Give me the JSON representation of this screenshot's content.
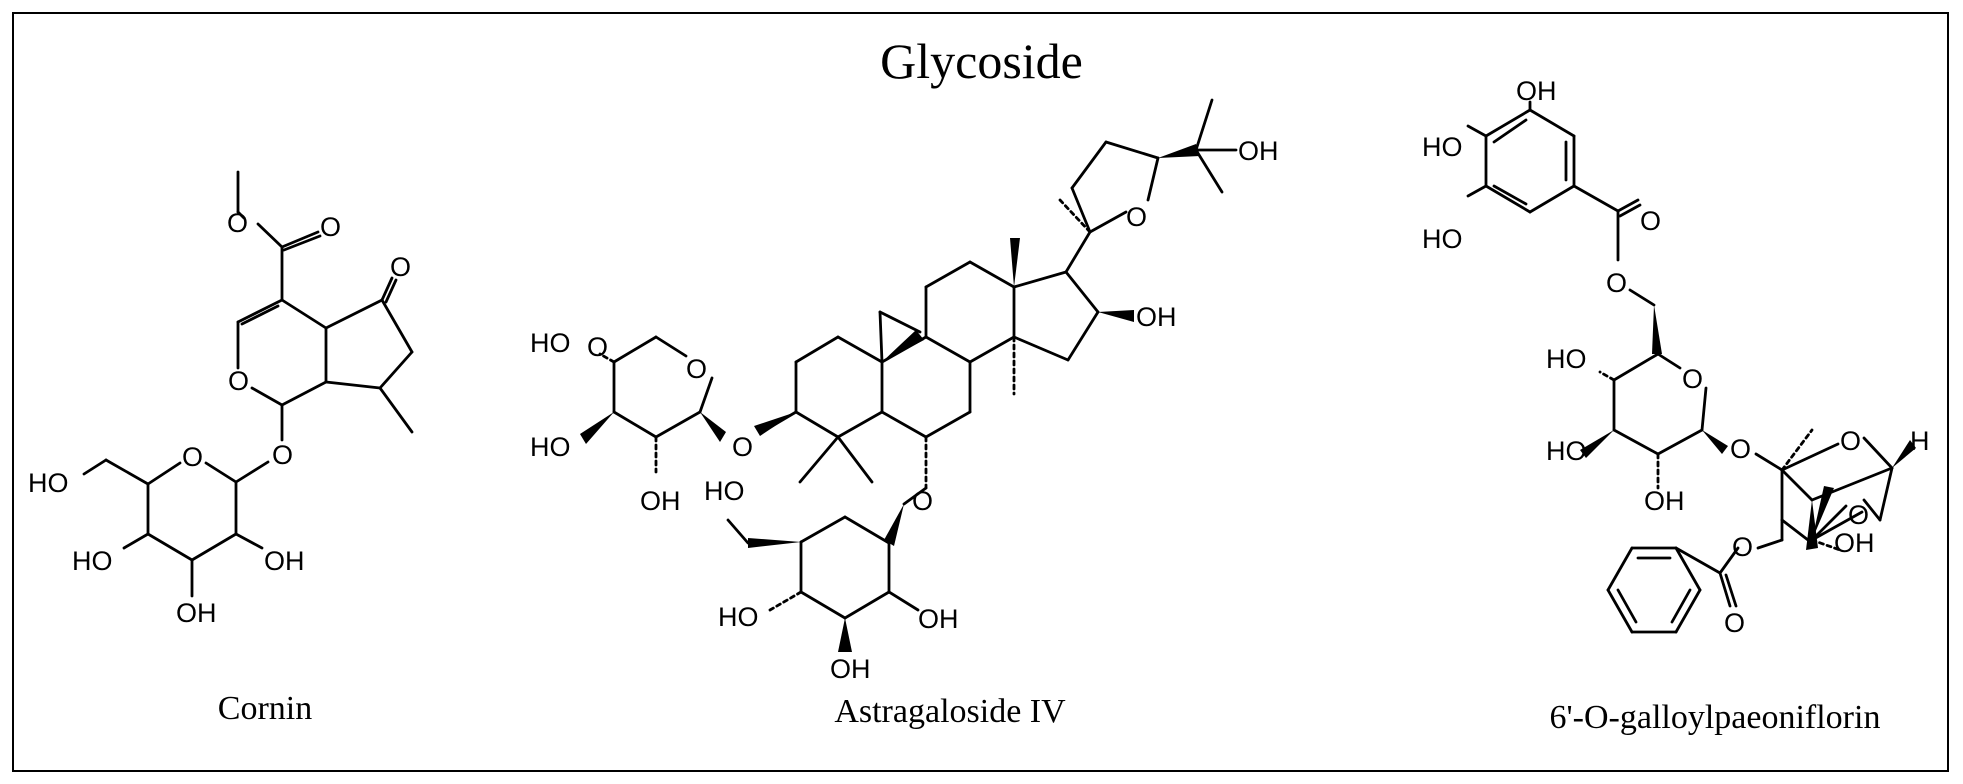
{
  "title": "Glycoside",
  "compounds": [
    {
      "name": "Cornin"
    },
    {
      "name": "Astragaloside IV"
    },
    {
      "name": "6'-O-galloylpaeoniflorin"
    }
  ],
  "atom_labels": {
    "O": "O",
    "OH": "OH",
    "HO": "HO",
    "H": "H"
  }
}
